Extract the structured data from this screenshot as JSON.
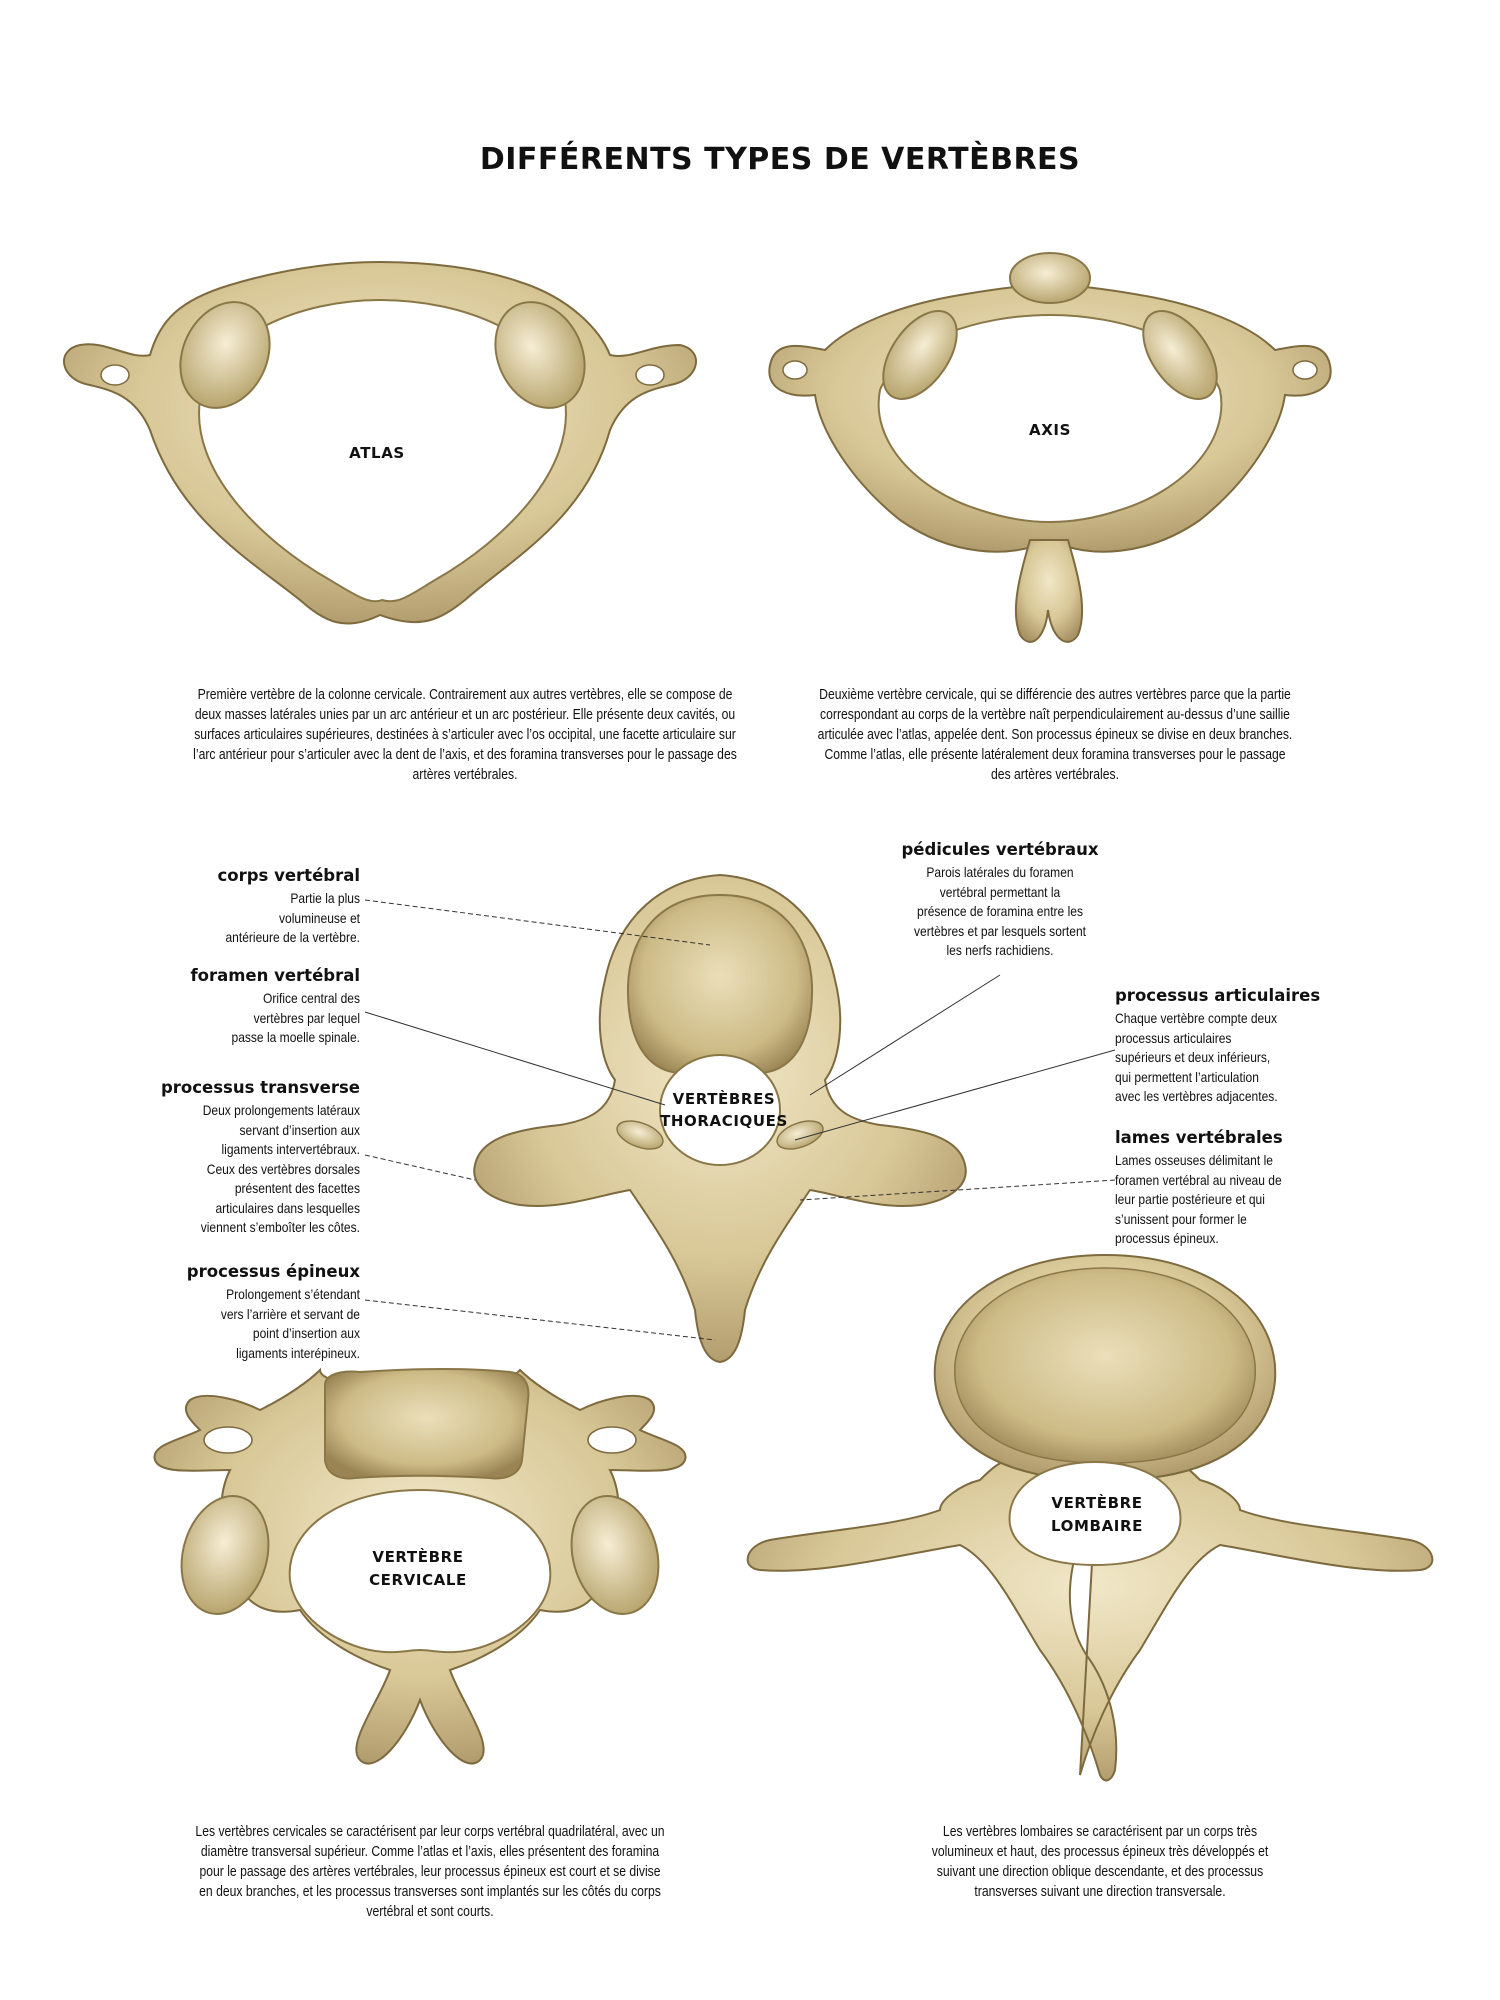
{
  "title": "DIFFÉRENTS TYPES DE VERTÈBRES",
  "vertebrae": {
    "atlas": {
      "label": "ATLAS",
      "description": "Première vertèbre de la colonne cervicale. Contrairement aux autres vertèbres, elle se compose de deux masses latérales unies par un arc antérieur et un arc postérieur. Elle présente deux cavités, ou surfaces articulaires supérieures, destinées à s’articuler avec l’os occipital, une facette articulaire sur l’arc antérieur pour s’articuler avec la dent de l’axis, et des foramina transverses pour le passage des artères vertébrales."
    },
    "axis": {
      "label": "AXIS",
      "description": "Deuxième vertèbre cervicale, qui se différencie des autres vertèbres parce que la partie correspondant au corps de la vertèbre naît perpendiculairement au-dessus d’une saillie articulée avec l’atlas, appelée dent. Son processus épineux se divise en deux branches. Comme l’atlas, elle présente latéralement deux foramina transverses pour le passage des artères vertébrales."
    },
    "thoracic": {
      "label_line1": "VERTÈBRES",
      "label_line2": "THORACIQUES"
    },
    "cervical": {
      "label_line1": "VERTÈBRE",
      "label_line2": "CERVICALE",
      "description": "Les vertèbres cervicales se caractérisent par leur corps vertébral quadrilatéral, avec un diamètre transversal supérieur. Comme l’atlas et l’axis, elles présentent des foramina pour le passage des artères vertébrales, leur processus épineux est court et se divise en deux branches, et les processus transverses sont implantés sur les côtés du corps vertébral et sont courts."
    },
    "lumbar": {
      "label_line1": "VERTÈBRE",
      "label_line2": "LOMBAIRE",
      "description": "Les vertèbres lombaires se caractérisent par un corps très volumineux et haut, des processus épineux très développés et suivant une direction oblique descendante, et des processus transverses suivant une direction transversale."
    }
  },
  "annotations": {
    "corps": {
      "title": "corps vertébral",
      "text": "Partie la plus volumineuse et antérieure de la vertèbre."
    },
    "foramen": {
      "title": "foramen vertébral",
      "text": "Orifice central des vertèbres par lequel passe la moelle spinale."
    },
    "transverse": {
      "title": "processus transverse",
      "text": "Deux prolongements latéraux servant d’insertion aux ligaments intervertébraux. Ceux des vertèbres dorsales présentent des facettes articulaires dans lesquelles viennent s’emboîter les côtes."
    },
    "epineux": {
      "title": "processus épineux",
      "text": "Prolongement s’étendant vers l’arrière et servant de point d’insertion aux ligaments interépineux."
    },
    "pedicules": {
      "title": "pédicules vertébraux",
      "text": "Parois latérales du foramen vertébral permettant la présence de foramina entre les vertèbres et par lesquels sortent les nerfs rachidiens."
    },
    "articulaires": {
      "title": "processus articulaires",
      "text": "Chaque vertèbre compte deux processus articulaires supérieurs et deux inférieurs, qui permettent l’articulation avec les vertèbres adjacentes."
    },
    "lames": {
      "title": "lames vertébrales",
      "text": "Lames osseuses délimitant le foramen vertébral au niveau de leur partie postérieure et qui s’unissent pour former le processus épineux."
    }
  },
  "colors": {
    "bone": "#d9c99a",
    "bone_dark": "#a89360",
    "bone_light": "#efe4c2",
    "outline": "#7d6a3e"
  }
}
